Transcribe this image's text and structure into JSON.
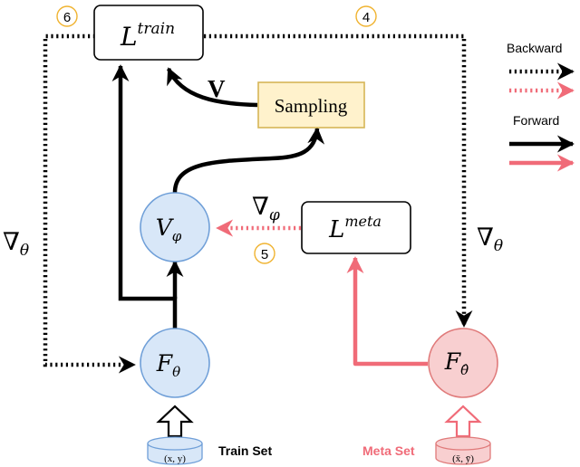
{
  "nodes": {
    "l_train": {
      "base": "L",
      "sup": "train"
    },
    "sampling": {
      "label": "Sampling"
    },
    "l_meta": {
      "base": "L",
      "sup": "meta"
    },
    "v_phi": {
      "base": "V",
      "sub": "φ"
    },
    "f_theta": {
      "base": "F",
      "sub": "θ"
    },
    "f_theta_hat": {
      "base": "F",
      "sub": "θ̂"
    }
  },
  "edge_labels": {
    "v": "V",
    "grad_phi": {
      "base": "∇",
      "sub": "φ"
    },
    "grad_theta_left": {
      "base": "∇",
      "sub": "θ"
    },
    "grad_theta_right": {
      "base": "∇",
      "sub": "θ"
    }
  },
  "steps": {
    "s4": "4",
    "s5": "5",
    "s6": "6"
  },
  "datasets": {
    "train": {
      "label": "Train Set",
      "content": "(x, y)"
    },
    "meta": {
      "label": "Meta Set",
      "content": "(x̄, ȳ)"
    }
  },
  "legend": {
    "backward": "Backward",
    "forward": "Forward"
  },
  "colors": {
    "black": "#000000",
    "pink": "#f06b78",
    "blue_fill": "#d8e7f8",
    "blue_stroke": "#6f9fd8",
    "pink_fill": "#f8cfd0",
    "pink_stroke": "#e07a7a",
    "sampling_fill": "#fff2cc",
    "sampling_stroke": "#d6b656",
    "step_stroke": "#f0b330",
    "meta_label": "#f06b78"
  }
}
